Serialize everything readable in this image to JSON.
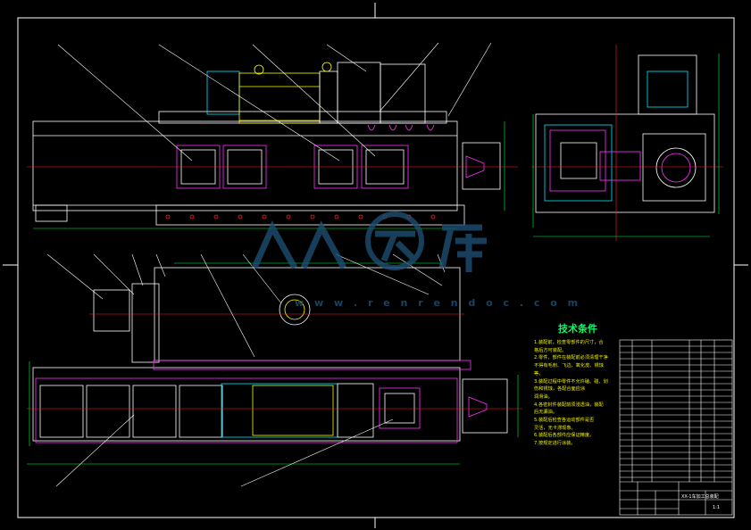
{
  "drawing": {
    "tech_requirements_heading": "技术条件",
    "tech_notes": [
      "1.装配前，检查零部件的尺寸，合",
      "  格后方可装配。",
      "2.零件、部件在装配前必须清理干净",
      "  不得有毛刺、飞边、氧化皮、锈蚀",
      "  等。",
      "3.装配过程中零件不允许磕、碰、划",
      "  伤和锈蚀，各配合面应涂",
      "  润滑油。",
      "4.各密封件装配前须浸透油，装配",
      "  后无漏油。",
      "5.装配后检查各运动部件是否",
      "  灵活，无卡滞现象。",
      "6.装配后各部件应保证精度。",
      "7.按规定进行涂装。"
    ],
    "watermark_url": "w w w . r e n r e n d o c . c o m",
    "title_block": {
      "drawing_name": "XX-1车加工总装配",
      "scale": "1:1"
    }
  },
  "colors": {
    "background": "#000000",
    "outline": "#ffffff",
    "centerline": "#ff2020",
    "dimension": "#00ff33",
    "magenta": "#ff33ff",
    "yellow": "#ffff00",
    "cyan": "#00e5ff",
    "watermark": "#1d4f74"
  }
}
